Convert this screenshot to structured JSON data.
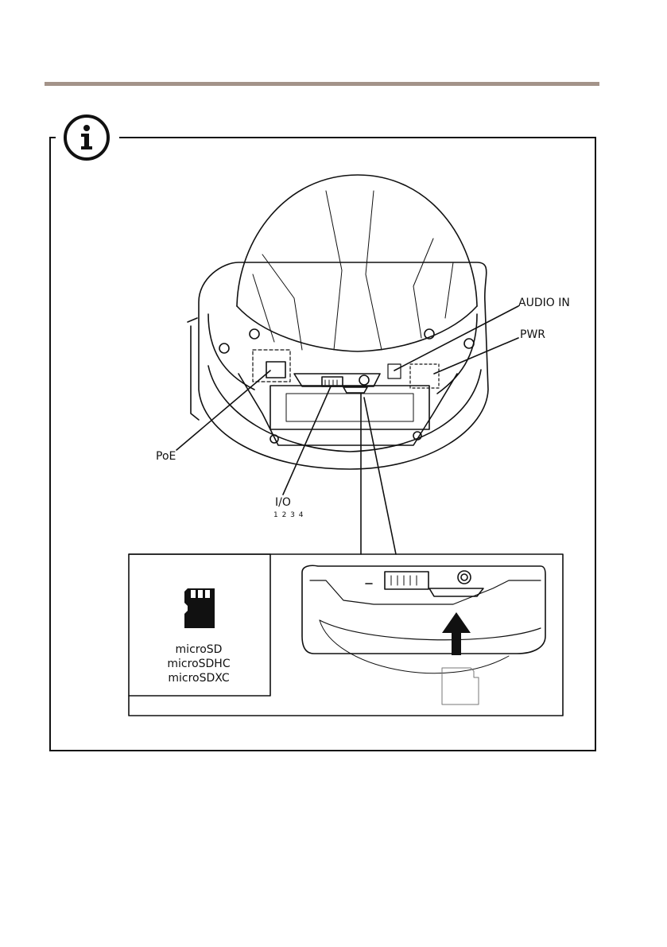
{
  "labels": {
    "audio_in": "AUDIO IN",
    "pwr": "PWR",
    "poe": "PoE",
    "io": "I/O",
    "io_pins": "1 2 3 4"
  },
  "card_types": [
    "microSD",
    "microSDHC",
    "microSDXC"
  ],
  "colors": {
    "rule": "#a39389",
    "ink": "#111111"
  },
  "icons": {
    "info": "info-icon",
    "sd_card": "sd-card-icon",
    "arrow": "arrow-up-icon"
  }
}
